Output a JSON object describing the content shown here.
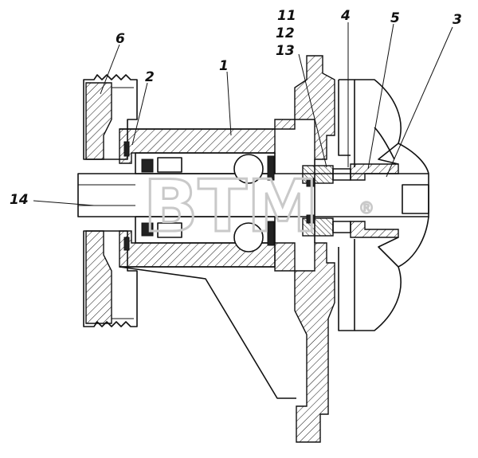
{
  "callouts": {
    "c1": "1",
    "c2": "2",
    "c3": "3",
    "c4": "4",
    "c5": "5",
    "c6": "6",
    "c11": "11",
    "c12": "12",
    "c13": "13",
    "c14": "14"
  },
  "watermark": {
    "text": "BTM",
    "registered": "®"
  },
  "colors": {
    "line": "#111111",
    "watermark": "#c9c9c9",
    "background": "#ffffff"
  }
}
